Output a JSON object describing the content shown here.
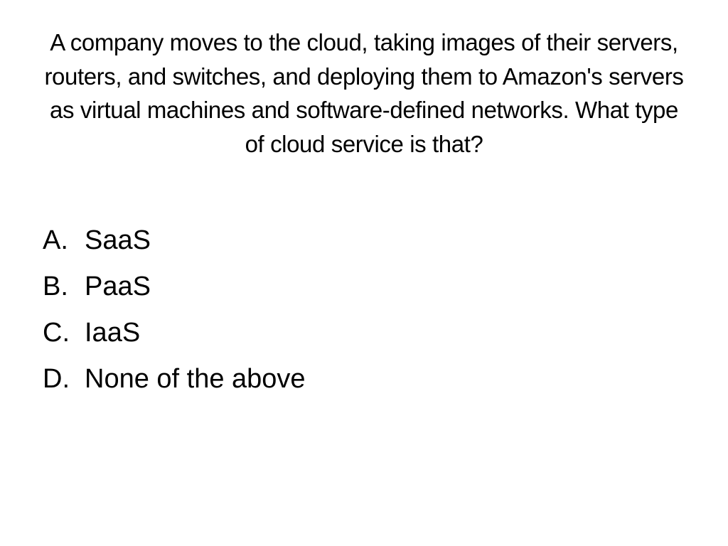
{
  "question": {
    "text": "A company moves to the cloud, taking images of their servers, routers, and switches, and deploying them to Amazon's servers as virtual machines and software-defined networks.  What type of cloud service is that?"
  },
  "answers": [
    {
      "letter": "A.",
      "text": "SaaS"
    },
    {
      "letter": "B.",
      "text": "PaaS"
    },
    {
      "letter": "C.",
      "text": "IaaS"
    },
    {
      "letter": "D.",
      "text": "None of the above"
    }
  ]
}
